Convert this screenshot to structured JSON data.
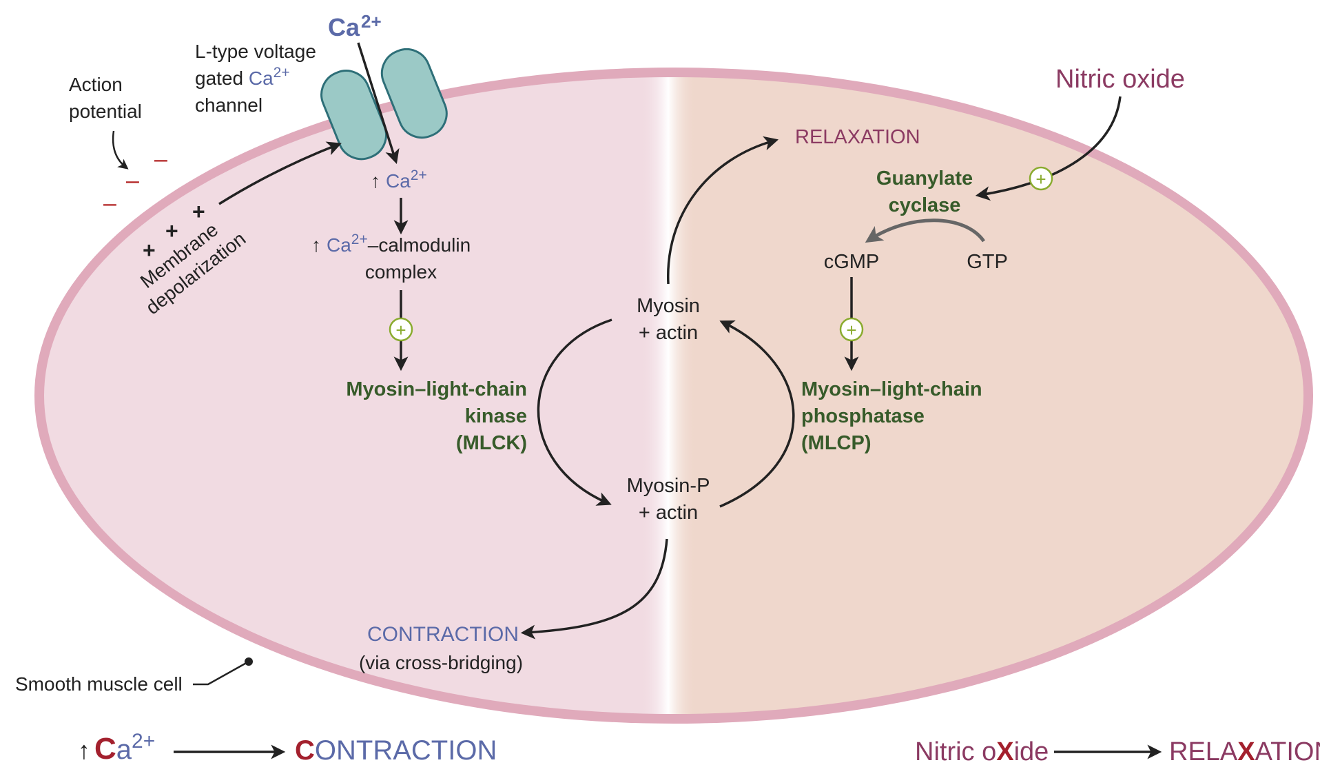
{
  "colors": {
    "membrane": "#e0aabb",
    "cytoplasm_left": "#f1dbe2",
    "cytoplasm_right": "#efd7cc",
    "channel_fill": "#9bc9c6",
    "channel_stroke": "#2e6f78",
    "calcium_blue": "#5b6aa8",
    "enzyme_green": "#375b2a",
    "plus_green": "#8aab2f",
    "maroon": "#8b3a62",
    "neg_red": "#b22222",
    "mnemonic_red": "#a3202d",
    "arrow_gray": "#666666",
    "text_dark": "#222222"
  },
  "top_ca": {
    "base": "Ca",
    "sup": "2+"
  },
  "channel_label": {
    "line1": "L-type voltage",
    "line2_prefix": "gated ",
    "line2_ca": "Ca",
    "line2_sup": "2+",
    "line3": "channel"
  },
  "action_potential": {
    "line1": "Action",
    "line2": "potential"
  },
  "neg_charge": "–",
  "pos_charge": "+",
  "membrane_depolarization": {
    "line1": "Membrane",
    "line2": "depolarization"
  },
  "left_pathway": {
    "up_arrow": "↑",
    "ca_base": "Ca",
    "ca_sup": "2+",
    "complex_suffix": "–calmodulin",
    "complex_line2": "complex",
    "mlck": {
      "line1": "Myosin–light-chain",
      "line2": "kinase",
      "line3": "(MLCK)"
    }
  },
  "plus_symbol": "+",
  "cycle": {
    "top": {
      "line1": "Myosin",
      "line2": "+ actin"
    },
    "bottom": {
      "line1": "Myosin-P",
      "line2": "+ actin"
    }
  },
  "contraction": {
    "label": "CONTRACTION",
    "sub": "(via cross-bridging)"
  },
  "relaxation": "RELAXATION",
  "nitric_oxide": "Nitric oxide",
  "guanylate": {
    "line1": "Guanylate",
    "line2": "cyclase"
  },
  "cgmp": "cGMP",
  "gtp": "GTP",
  "mlcp": {
    "line1": "Myosin–light-chain",
    "line2": "phosphatase",
    "line3": "(MLCP)"
  },
  "cell_label": "Smooth muscle cell",
  "mnemonic_left": {
    "up": "↑",
    "c": "C",
    "a": "a",
    "sup": "2+",
    "first": "C",
    "rest": "ONTRACTION"
  },
  "mnemonic_right": {
    "lead": "Nitric o",
    "x": "X",
    "tail": "ide",
    "r1": "RELA",
    "r2": "X",
    "r3": "ATION"
  }
}
